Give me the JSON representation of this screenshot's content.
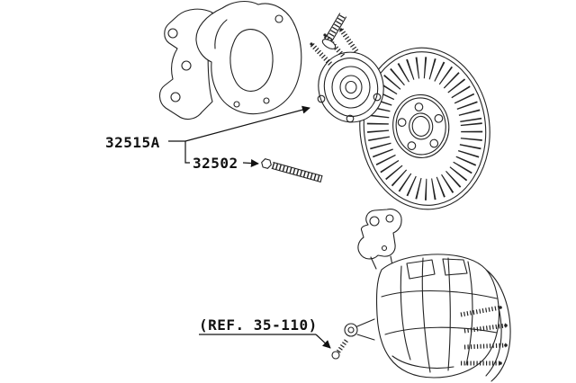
{
  "figure": {
    "background_color": "#ffffff",
    "line_color": "#1a1a1a",
    "components": [
      "steering-knuckle-with-dust-shield",
      "wheel-stud",
      "front-hub-assembly",
      "brake-disc",
      "hub-bolt",
      "brake-caliper-assembly"
    ]
  },
  "callouts": {
    "hub_assembly": {
      "label": "32515A"
    },
    "hub_bolt": {
      "label": "32502"
    },
    "caliper_ref": {
      "label": "(REF. 35-110)"
    }
  }
}
